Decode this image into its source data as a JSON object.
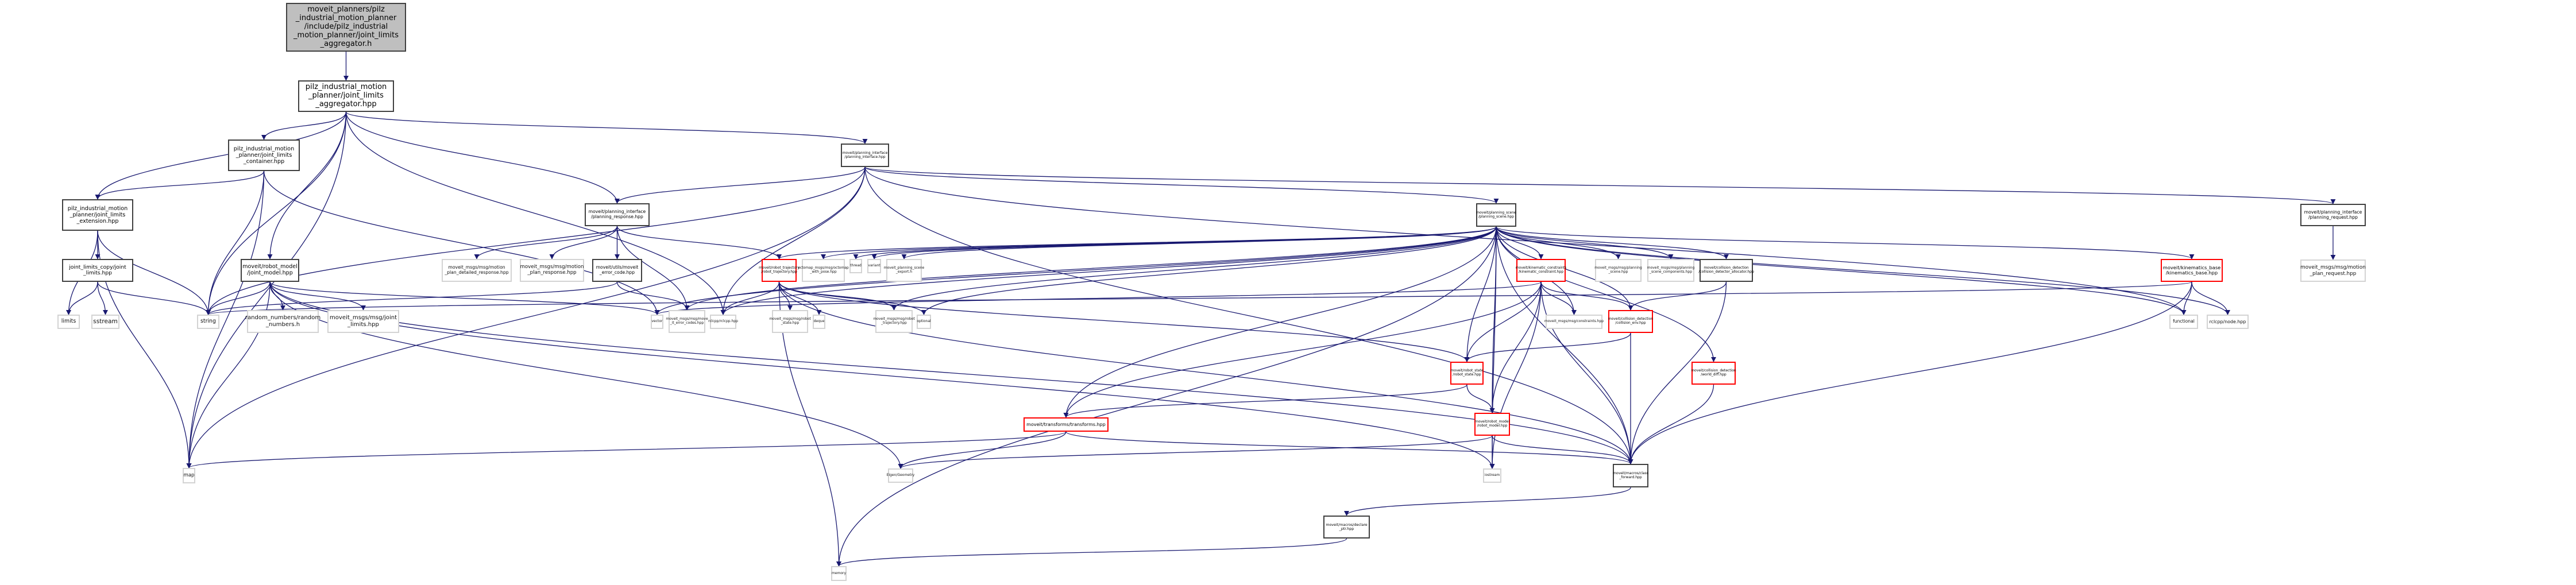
{
  "diagram": {
    "type": "include-dependency-graph",
    "colors": {
      "edge": "#191970",
      "root_fill": "#bfbfbf",
      "node_border": "#404040",
      "external_border": "#d3d3d3",
      "truncated_border": "#ff0000"
    },
    "nodes": [
      {
        "id": "root",
        "label": "moveit_planners/pilz\n_industrial_motion_planner\n/include/pilz_industrial\n_motion_planner/joint_limits\n_aggregator.h",
        "kind": "root"
      },
      {
        "id": "jl_agg",
        "label": "pilz_industrial_motion\n_planner/joint_limits\n_aggregator.hpp",
        "kind": "local"
      },
      {
        "id": "jl_container",
        "label": "pilz_industrial_motion\n_planner/joint_limits\n_container.hpp",
        "kind": "local"
      },
      {
        "id": "jl_ext",
        "label": "pilz_industrial_motion\n_planner/joint_limits\n_extension.hpp",
        "kind": "local"
      },
      {
        "id": "jl_copy",
        "label": "joint_limits_copy/joint\n_limits.hpp",
        "kind": "local"
      },
      {
        "id": "limits",
        "label": "limits",
        "kind": "external"
      },
      {
        "id": "sstream",
        "label": "sstream",
        "kind": "external"
      },
      {
        "id": "string",
        "label": "string",
        "kind": "external"
      },
      {
        "id": "map",
        "label": "map",
        "kind": "external"
      },
      {
        "id": "joint_model",
        "label": "moveit/robot_model\n/joint_model.hpp",
        "kind": "local"
      },
      {
        "id": "random_numbers",
        "label": "random_numbers/random\n_numbers.h",
        "kind": "external"
      },
      {
        "id": "msg_joint_limits",
        "label": "moveit_msgs/msg/joint\n_limits.hpp",
        "kind": "external"
      },
      {
        "id": "planning_interface",
        "label": "moveit/planning_interface\n/planning_interface.hpp",
        "kind": "local"
      },
      {
        "id": "planning_response",
        "label": "moveit/planning_interface\n/planning_response.hpp",
        "kind": "local"
      },
      {
        "id": "msg_mp_detailed",
        "label": "moveit_msgs/msg/motion\n_plan_detailed_response.hpp",
        "kind": "external"
      },
      {
        "id": "msg_mp_response",
        "label": "moveit_msgs/msg/motion\n_plan_response.hpp",
        "kind": "external"
      },
      {
        "id": "moveit_error_code",
        "label": "moveit/utils/moveit\n_error_code.hpp",
        "kind": "local"
      },
      {
        "id": "vector",
        "label": "vector",
        "kind": "external"
      },
      {
        "id": "msg_error_codes",
        "label": "moveit_msgs/msg/move\n_it_error_codes.hpp",
        "kind": "external"
      },
      {
        "id": "rclcpp",
        "label": "rclcpp/rclcpp.hpp",
        "kind": "external"
      },
      {
        "id": "robot_trajectory",
        "label": "moveit/robot_trajectory\n/robot_trajectory.hpp",
        "kind": "truncated"
      },
      {
        "id": "msg_robot_state",
        "label": "moveit_msgs/msg/robot\n_state.hpp",
        "kind": "external"
      },
      {
        "id": "deque",
        "label": "deque",
        "kind": "external"
      },
      {
        "id": "octomap",
        "label": "octomap_msgs/msg/octomap\n_with_pose.hpp",
        "kind": "external"
      },
      {
        "id": "thread",
        "label": "thread",
        "kind": "external"
      },
      {
        "id": "variant",
        "label": "variant",
        "kind": "external"
      },
      {
        "id": "ps_export",
        "label": "moveit_planning_scene\n_export.h",
        "kind": "external"
      },
      {
        "id": "msg_robot_traj",
        "label": "moveit_msgs/msg/robot\n_trajectory.hpp",
        "kind": "external"
      },
      {
        "id": "optional",
        "label": "optional",
        "kind": "external"
      },
      {
        "id": "planning_scene",
        "label": "moveit/planning_scene\n/planning_scene.hpp",
        "kind": "local"
      },
      {
        "id": "kin_constraint",
        "label": "moveit/kinematic_constraints\n/kinematic_constraint.hpp",
        "kind": "truncated"
      },
      {
        "id": "msg_ps",
        "label": "moveit_msgs/msg/planning\n_scene.hpp",
        "kind": "external"
      },
      {
        "id": "msg_ps_comp",
        "label": "moveit_msgs/msg/planning\n_scene_components.hpp",
        "kind": "external"
      },
      {
        "id": "cd_allocator",
        "label": "moveit/collision_detection\n/collision_detector_allocator.hpp",
        "kind": "local"
      },
      {
        "id": "kin_base",
        "label": "moveit/kinematics_base\n/kinematics_base.hpp",
        "kind": "truncated"
      },
      {
        "id": "functional",
        "label": "functional",
        "kind": "external"
      },
      {
        "id": "rclcpp_node",
        "label": "rclcpp/node.hpp",
        "kind": "external"
      },
      {
        "id": "msg_constraints",
        "label": "moveit_msgs/msg/constraints.hpp",
        "kind": "external"
      },
      {
        "id": "collision_env",
        "label": "moveit/collision_detection\n/collision_env.hpp",
        "kind": "truncated"
      },
      {
        "id": "robot_state",
        "label": "moveit/robot_state\n/robot_state.hpp",
        "kind": "truncated"
      },
      {
        "id": "world_diff",
        "label": "moveit/collision_detection\n/world_diff.hpp",
        "kind": "truncated"
      },
      {
        "id": "transforms",
        "label": "moveit/transforms/transforms.hpp",
        "kind": "truncated"
      },
      {
        "id": "robot_model",
        "label": "moveit/robot_model\n/robot_model.hpp",
        "kind": "truncated"
      },
      {
        "id": "eigen",
        "label": "Eigen/Geometry",
        "kind": "external"
      },
      {
        "id": "iostream",
        "label": "iostream",
        "kind": "external"
      },
      {
        "id": "class_forward",
        "label": "moveit/macros/class\n_forward.hpp",
        "kind": "local"
      },
      {
        "id": "declare_ptr",
        "label": "moveit/macros/declare\n_ptr.hpp",
        "kind": "local"
      },
      {
        "id": "memory",
        "label": "memory",
        "kind": "external"
      },
      {
        "id": "planning_request",
        "label": "moveit/planning_interface\n/planning_request.hpp",
        "kind": "local"
      },
      {
        "id": "msg_mp_request",
        "label": "moveit_msgs/msg/motion\n_plan_request.hpp",
        "kind": "external"
      }
    ],
    "edges": [
      [
        "root",
        "jl_agg"
      ],
      [
        "jl_agg",
        "jl_container"
      ],
      [
        "jl_agg",
        "jl_ext"
      ],
      [
        "jl_agg",
        "map"
      ],
      [
        "jl_agg",
        "string"
      ],
      [
        "jl_agg",
        "joint_model"
      ],
      [
        "jl_agg",
        "planning_interface"
      ],
      [
        "jl_agg",
        "planning_response"
      ],
      [
        "jl_agg",
        "rclcpp"
      ],
      [
        "jl_container",
        "jl_ext"
      ],
      [
        "jl_container",
        "string"
      ],
      [
        "jl_container",
        "map"
      ],
      [
        "jl_container",
        "vector"
      ],
      [
        "jl_ext",
        "jl_copy"
      ],
      [
        "jl_ext",
        "limits"
      ],
      [
        "jl_ext",
        "string"
      ],
      [
        "jl_ext",
        "map"
      ],
      [
        "jl_copy",
        "limits"
      ],
      [
        "jl_copy",
        "sstream"
      ],
      [
        "jl_copy",
        "string"
      ],
      [
        "joint_model",
        "string"
      ],
      [
        "joint_model",
        "map"
      ],
      [
        "joint_model",
        "random_numbers"
      ],
      [
        "joint_model",
        "msg_joint_limits"
      ],
      [
        "joint_model",
        "vector"
      ],
      [
        "joint_model",
        "eigen"
      ],
      [
        "joint_model",
        "iostream"
      ],
      [
        "joint_model",
        "class_forward"
      ],
      [
        "planning_interface",
        "planning_response"
      ],
      [
        "planning_interface",
        "planning_scene"
      ],
      [
        "planning_interface",
        "planning_request"
      ],
      [
        "planning_interface",
        "string"
      ],
      [
        "planning_interface",
        "map"
      ],
      [
        "planning_interface",
        "rclcpp"
      ],
      [
        "planning_interface",
        "class_forward"
      ],
      [
        "planning_interface",
        "functional"
      ],
      [
        "planning_response",
        "msg_mp_detailed"
      ],
      [
        "planning_response",
        "msg_mp_response"
      ],
      [
        "planning_response",
        "moveit_error_code"
      ],
      [
        "planning_response",
        "robot_trajectory"
      ],
      [
        "planning_response",
        "msg_error_codes"
      ],
      [
        "moveit_error_code",
        "msg_error_codes"
      ],
      [
        "moveit_error_code",
        "string"
      ],
      [
        "robot_trajectory",
        "msg_robot_state"
      ],
      [
        "robot_trajectory",
        "deque"
      ],
      [
        "robot_trajectory",
        "msg_robot_traj"
      ],
      [
        "robot_trajectory",
        "optional"
      ],
      [
        "robot_trajectory",
        "rclcpp"
      ],
      [
        "robot_trajectory",
        "memory"
      ],
      [
        "robot_trajectory",
        "robot_state"
      ],
      [
        "robot_trajectory",
        "class_forward"
      ],
      [
        "planning_scene",
        "robot_trajectory"
      ],
      [
        "planning_scene",
        "octomap"
      ],
      [
        "planning_scene",
        "thread"
      ],
      [
        "planning_scene",
        "variant"
      ],
      [
        "planning_scene",
        "ps_export"
      ],
      [
        "planning_scene",
        "kin_constraint"
      ],
      [
        "planning_scene",
        "msg_ps"
      ],
      [
        "planning_scene",
        "msg_ps_comp"
      ],
      [
        "planning_scene",
        "cd_allocator"
      ],
      [
        "planning_scene",
        "kin_base"
      ],
      [
        "planning_scene",
        "functional"
      ],
      [
        "planning_scene",
        "rclcpp_node"
      ],
      [
        "planning_scene",
        "msg_constraints"
      ],
      [
        "planning_scene",
        "collision_env"
      ],
      [
        "planning_scene",
        "robot_state"
      ],
      [
        "planning_scene",
        "robot_model"
      ],
      [
        "planning_scene",
        "world_diff"
      ],
      [
        "planning_scene",
        "transforms"
      ],
      [
        "planning_scene",
        "class_forward"
      ],
      [
        "planning_scene",
        "memory"
      ],
      [
        "planning_scene",
        "optional"
      ],
      [
        "planning_scene",
        "msg_robot_traj"
      ],
      [
        "planning_scene",
        "rclcpp"
      ],
      [
        "planning_scene",
        "vector"
      ],
      [
        "planning_scene",
        "msg_error_codes"
      ],
      [
        "planning_scene",
        "iostream"
      ],
      [
        "kin_constraint",
        "msg_constraints"
      ],
      [
        "kin_constraint",
        "collision_env"
      ],
      [
        "kin_constraint",
        "robot_state"
      ],
      [
        "kin_constraint",
        "robot_model"
      ],
      [
        "kin_constraint",
        "transforms"
      ],
      [
        "kin_constraint",
        "iostream"
      ],
      [
        "kin_constraint",
        "class_forward"
      ],
      [
        "kin_constraint",
        "vector"
      ],
      [
        "cd_allocator",
        "collision_env"
      ],
      [
        "cd_allocator",
        "class_forward"
      ],
      [
        "kin_base",
        "functional"
      ],
      [
        "kin_base",
        "rclcpp_node"
      ],
      [
        "kin_base",
        "class_forward"
      ],
      [
        "kin_base",
        "string"
      ],
      [
        "collision_env",
        "robot_state"
      ],
      [
        "collision_env",
        "class_forward"
      ],
      [
        "robot_state",
        "robot_model"
      ],
      [
        "robot_state",
        "transforms"
      ],
      [
        "robot_model",
        "iostream"
      ],
      [
        "robot_model",
        "class_forward"
      ],
      [
        "robot_model",
        "eigen"
      ],
      [
        "world_diff",
        "class_forward"
      ],
      [
        "transforms",
        "eigen"
      ],
      [
        "transforms",
        "map"
      ],
      [
        "transforms",
        "class_forward"
      ],
      [
        "class_forward",
        "declare_ptr"
      ],
      [
        "declare_ptr",
        "memory"
      ],
      [
        "planning_request",
        "msg_mp_request"
      ]
    ]
  }
}
